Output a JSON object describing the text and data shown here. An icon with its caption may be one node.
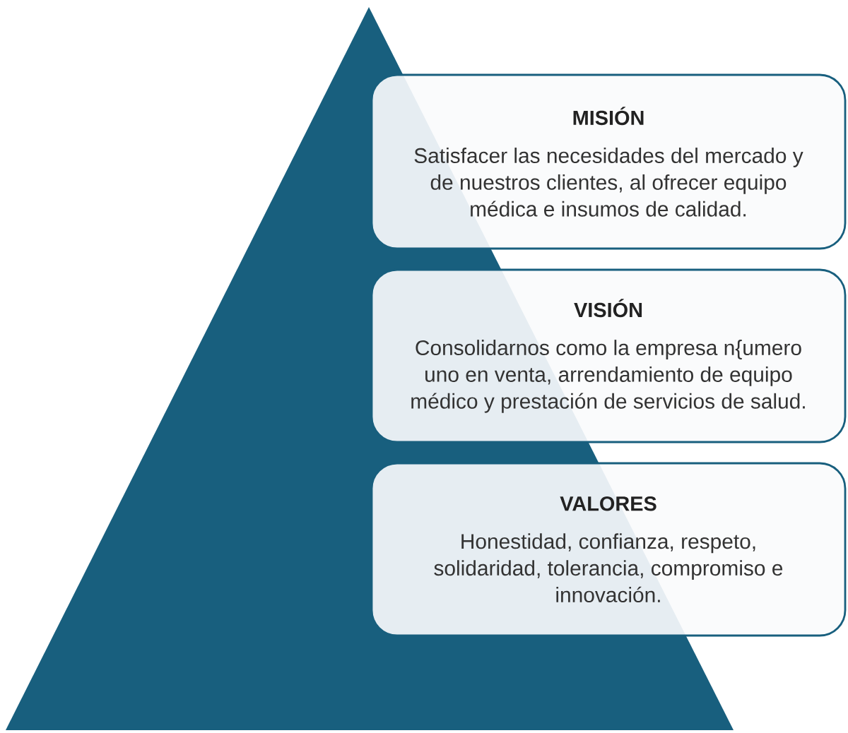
{
  "diagram": {
    "nodes": [
      {
        "text": [
          "MISIÓN",
          "Satisfacer las necesidades del mercado y de nuestros clientes, al ofrecer equipo médica e insumos de calidad."
        ]
      },
      {
        "text": [
          "VISIÓN",
          "Consolidarnos como la empresa n{umero uno en venta, arrendamiento de equipo médico y prestación de servicios de salud."
        ]
      },
      {
        "text": [
          "VALORES",
          "Honestidad, confianza, respeto, solidaridad, tolerancia, compromiso e innovación."
        ]
      }
    ]
  }
}
